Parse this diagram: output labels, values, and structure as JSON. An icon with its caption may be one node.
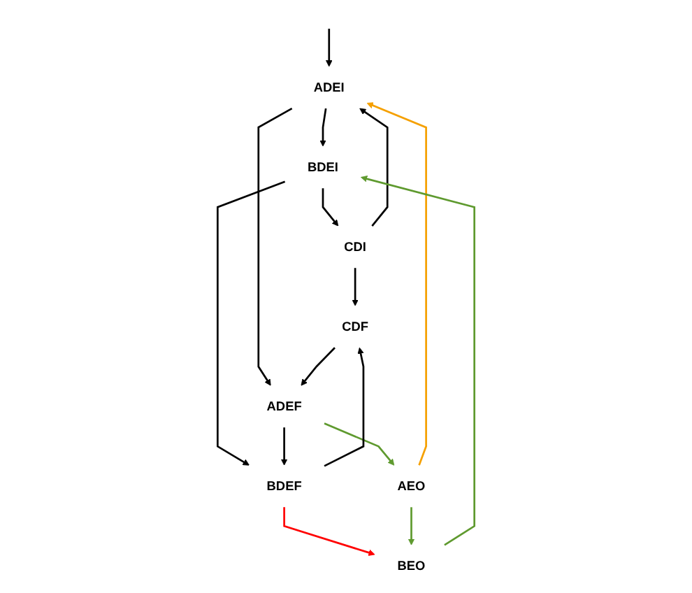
{
  "diagram": {
    "nodes": [
      {
        "text": [
          "ADEI"
        ]
      },
      {
        "text": [
          "BDEI"
        ]
      },
      {
        "text": [
          "CDI"
        ]
      },
      {
        "text": [
          "ADEF"
        ]
      },
      {
        "text": [
          "BDEF"
        ]
      },
      {
        "text": [
          "CDF"
        ]
      },
      {
        "text": [
          "AEO"
        ]
      },
      {
        "text": [
          "BEO"
        ]
      }
    ],
    "edges": [
      {
        "from": null,
        "to": 0,
        "arrow": "to"
      },
      {
        "from": 6,
        "to": 0,
        "arrow": "to",
        "color": "#f5a000"
      },
      {
        "from": 0,
        "to": 1,
        "arrow": "to"
      },
      {
        "from": 0,
        "to": 3,
        "arrow": "to"
      },
      {
        "from": 1,
        "to": 2,
        "arrow": "to"
      },
      {
        "from": 1,
        "to": 4,
        "arrow": "to"
      },
      {
        "from": 2,
        "to": 0,
        "arrow": "to"
      },
      {
        "from": 2,
        "to": 5,
        "arrow": "to"
      },
      {
        "from": 3,
        "to": 4,
        "arrow": "to"
      },
      {
        "from": 3,
        "to": 6,
        "arrow": "to",
        "color": "#5f9a2f"
      },
      {
        "from": 4,
        "to": 5,
        "arrow": "to"
      },
      {
        "from": 4,
        "to": 7,
        "arrow": "to",
        "color": "#ff0000"
      },
      {
        "from": 5,
        "to": 3,
        "arrow": "to"
      },
      {
        "from": 6,
        "to": 7,
        "arrow": "to",
        "color": "#5f9a2f"
      },
      {
        "from": 7,
        "to": 1,
        "arrow": "to",
        "color": "#5f9a2f"
      }
    ]
  }
}
